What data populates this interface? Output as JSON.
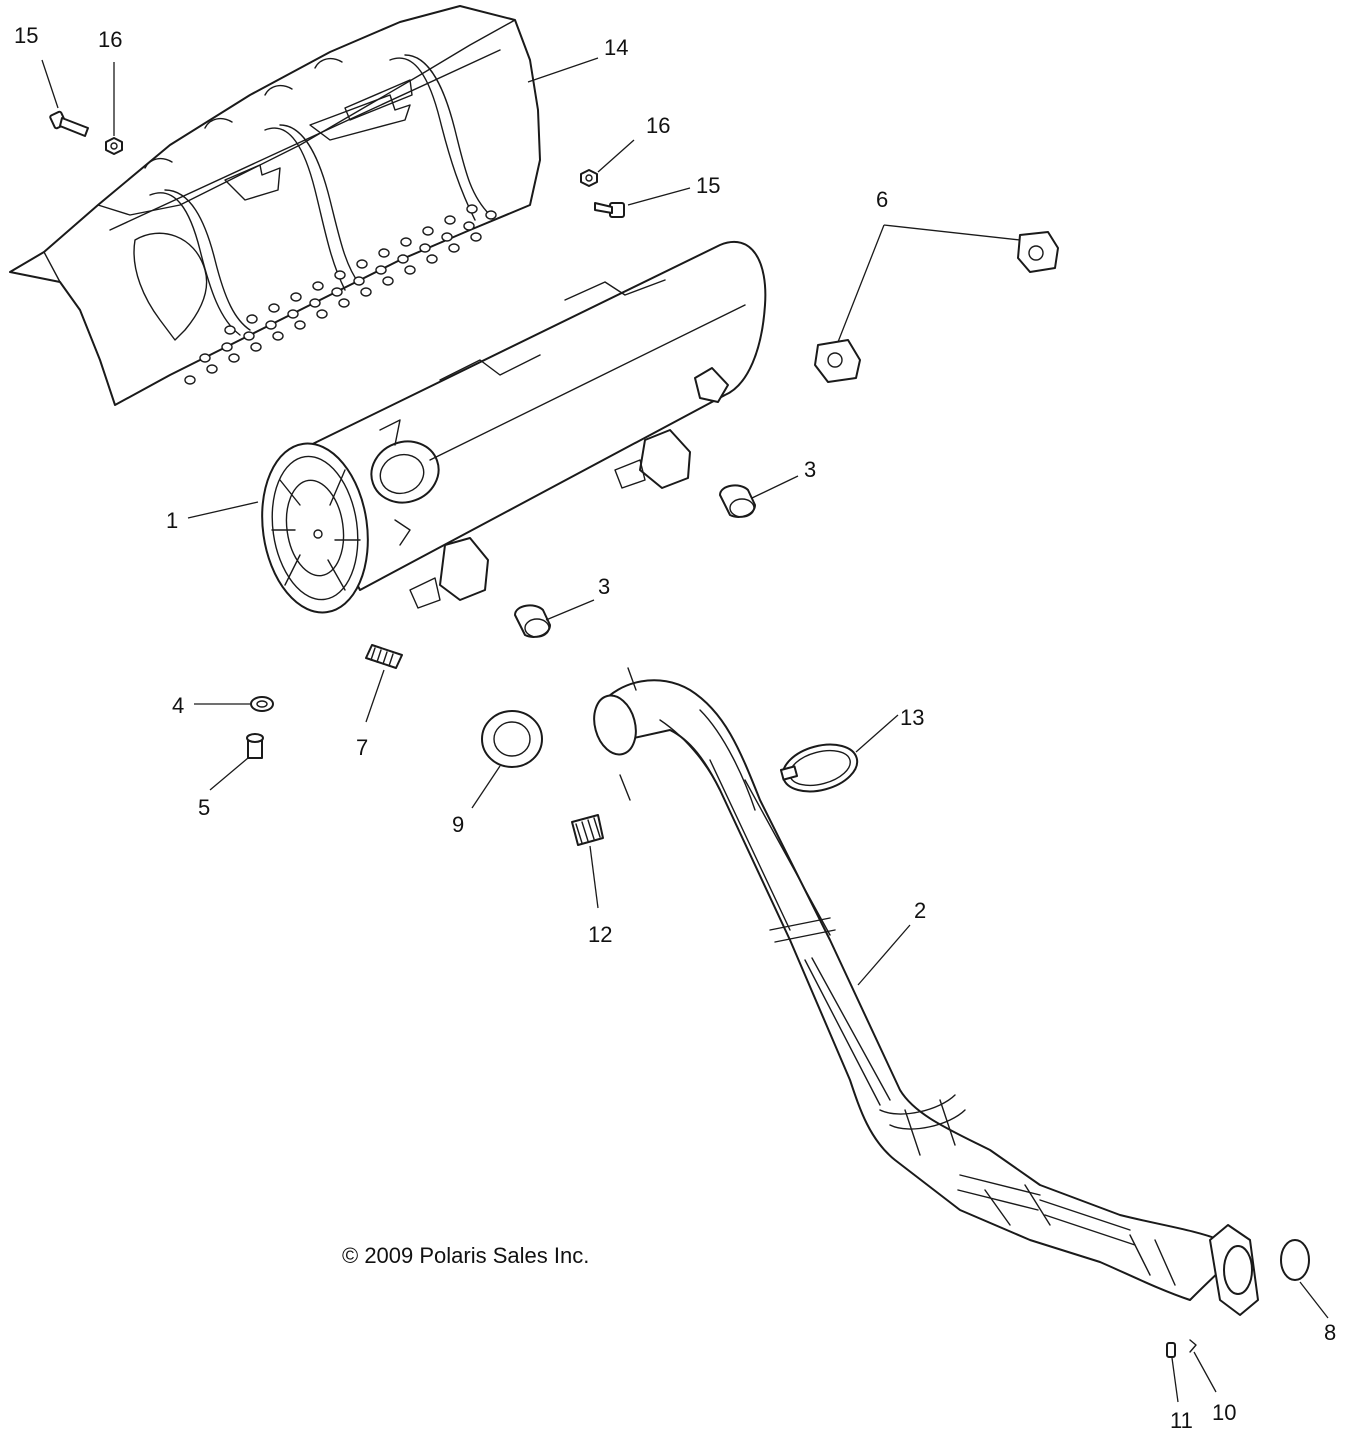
{
  "copyright": "© 2009 Polaris Sales Inc.",
  "callouts": [
    {
      "id": "c15a",
      "label": "15"
    },
    {
      "id": "c16a",
      "label": "16"
    },
    {
      "id": "c14",
      "label": "14"
    },
    {
      "id": "c16b",
      "label": "16"
    },
    {
      "id": "c15b",
      "label": "15"
    },
    {
      "id": "c6",
      "label": "6"
    },
    {
      "id": "c3a",
      "label": "3"
    },
    {
      "id": "c1",
      "label": "1"
    },
    {
      "id": "c3b",
      "label": "3"
    },
    {
      "id": "c4",
      "label": "4"
    },
    {
      "id": "c7",
      "label": "7"
    },
    {
      "id": "c5",
      "label": "5"
    },
    {
      "id": "c13",
      "label": "13"
    },
    {
      "id": "c9",
      "label": "9"
    },
    {
      "id": "c12",
      "label": "12"
    },
    {
      "id": "c2",
      "label": "2"
    },
    {
      "id": "c8",
      "label": "8"
    },
    {
      "id": "c11",
      "label": "11"
    },
    {
      "id": "c10",
      "label": "10"
    }
  ]
}
